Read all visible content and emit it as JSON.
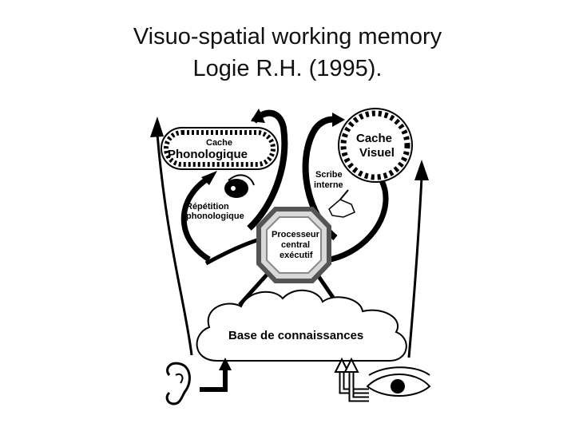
{
  "slide": {
    "title_line1": "Visuo-spatial working memory",
    "title_line2": "Logie R.H. (1995)."
  },
  "diagram": {
    "phonological_store": {
      "line1": "Cache",
      "line2": "Phonologique"
    },
    "visual_cache": {
      "line1": "Cache",
      "line2": "Visuel"
    },
    "inner_scribe": {
      "line1": "Scribe",
      "line2": "interne"
    },
    "phonological_rehearsal": {
      "line1": "Répétition",
      "line2": "phonologique"
    },
    "central_executive": {
      "line1": "Processeur",
      "line2": "central",
      "line3": "exécutif"
    },
    "knowledge_base": {
      "label": "Base de connaissances"
    }
  }
}
